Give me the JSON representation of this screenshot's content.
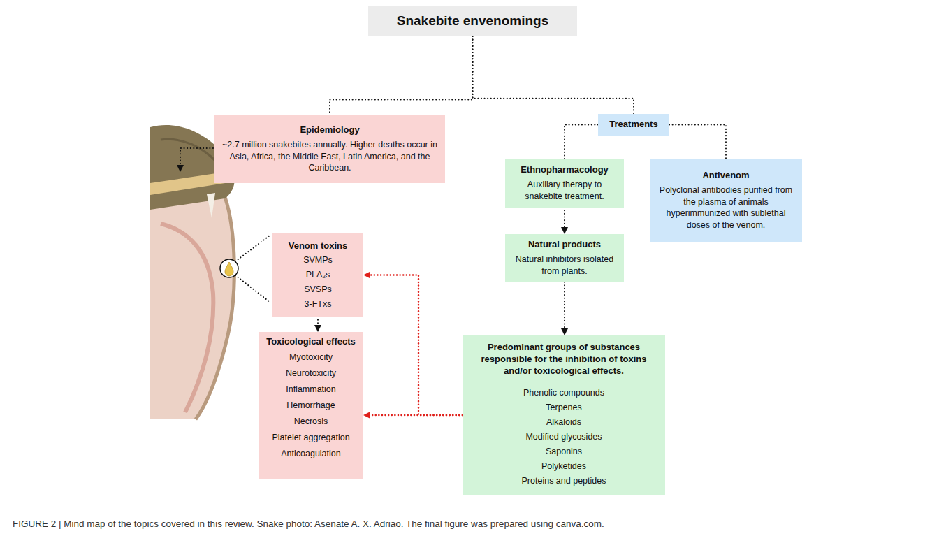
{
  "diagram": {
    "caption": "FIGURE 2 | Mind map of the topics covered in this review. Snake photo: Asenate A. X. Adrião. The final figure was prepared using canva.com.",
    "nodes": [
      {
        "text": [
          "Snakebite envenomings"
        ]
      },
      {
        "text": [
          "Epidemiology",
          "~2.7 million snakebites annually. Higher deaths occur in Asia, Africa, the Middle East, Latin America, and the Caribbean."
        ]
      },
      {
        "text": [
          "Treatments"
        ]
      },
      {
        "text": [
          "Ethnopharmacology",
          "Auxiliary therapy to snakebite treatment."
        ]
      },
      {
        "text": [
          "Antivenom",
          "Polyclonal antibodies purified from the plasma of animals hyperimmunized with sublethal doses of the venom."
        ]
      },
      {
        "text": [
          "Venom toxins",
          "SVMPs",
          "PLA₂s",
          "SVSPs",
          "3-FTxs"
        ]
      },
      {
        "text": [
          "Natural products",
          "Natural inhibitors isolated from plants."
        ]
      },
      {
        "text": [
          "Toxicological effects",
          "Myotoxicity",
          "Neurotoxicity",
          "Inflammation",
          "Hemorrhage",
          "Necrosis",
          "Platelet aggregation",
          "Anticoagulation"
        ]
      },
      {
        "text": [
          "Predominant groups of substances responsible for the inhibition of toxins and/or toxicological effects.",
          "Phenolic compounds",
          "Terpenes",
          "Alkaloids",
          "Modified glycosides",
          "Saponins",
          "Polyketides",
          "Proteins and peptides"
        ]
      }
    ],
    "edges": [
      {
        "from": 0,
        "to": 1,
        "arrow": "none"
      },
      {
        "from": 0,
        "to": 2,
        "arrow": "none"
      },
      {
        "from": 2,
        "to": 3,
        "arrow": "none"
      },
      {
        "from": 2,
        "to": 4,
        "arrow": "none"
      },
      {
        "from": 3,
        "to": 6,
        "arrow": "to"
      },
      {
        "from": 6,
        "to": 8,
        "arrow": "to"
      },
      {
        "from": 5,
        "to": 7,
        "arrow": "to"
      },
      {
        "from": 8,
        "to": 7,
        "arrow": "to"
      },
      {
        "from": 8,
        "to": 5,
        "arrow": "to"
      }
    ]
  }
}
